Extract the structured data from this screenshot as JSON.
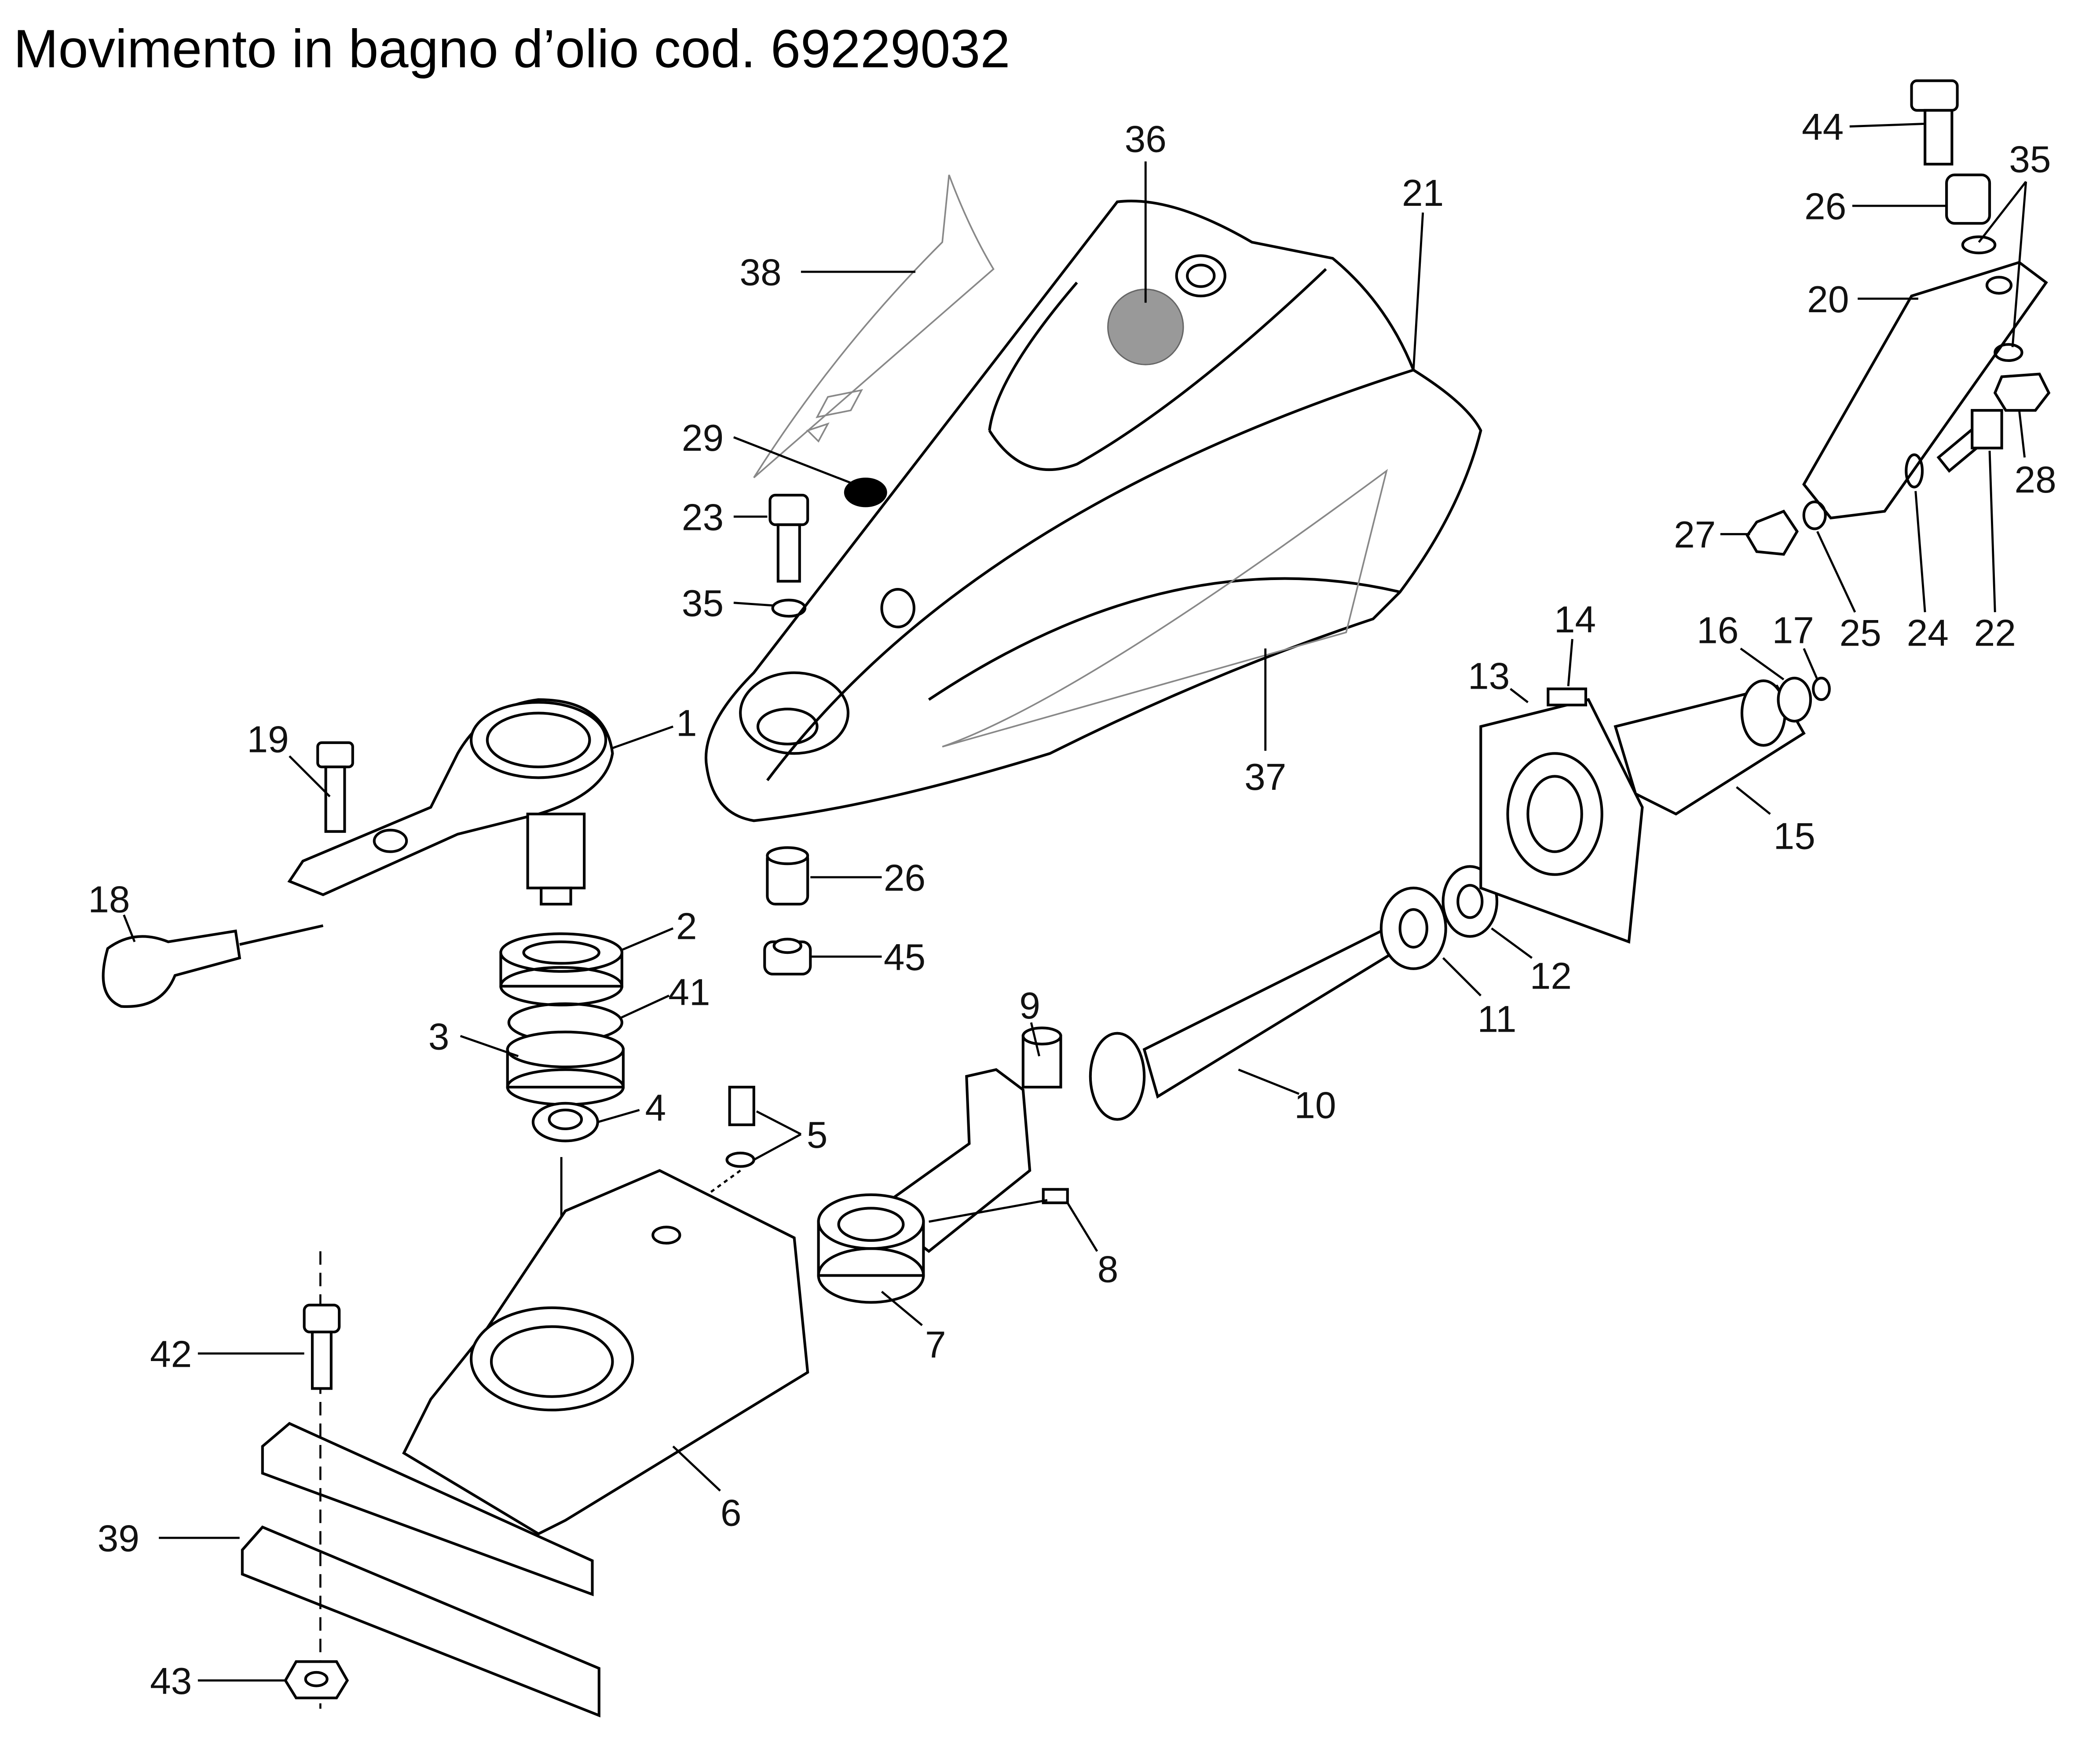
{
  "title": "Movimento in bagno d’olio cod. 69229032",
  "callouts": [
    "36",
    "38",
    "21",
    "29",
    "23",
    "35",
    "1",
    "19",
    "18",
    "2",
    "41",
    "3",
    "4",
    "5",
    "26",
    "45",
    "9",
    "10",
    "11",
    "12",
    "13",
    "14",
    "16",
    "17",
    "15",
    "37",
    "44",
    "35",
    "26",
    "20",
    "28",
    "27",
    "25",
    "24",
    "22",
    "8",
    "7",
    "6",
    "42",
    "39",
    "43"
  ]
}
